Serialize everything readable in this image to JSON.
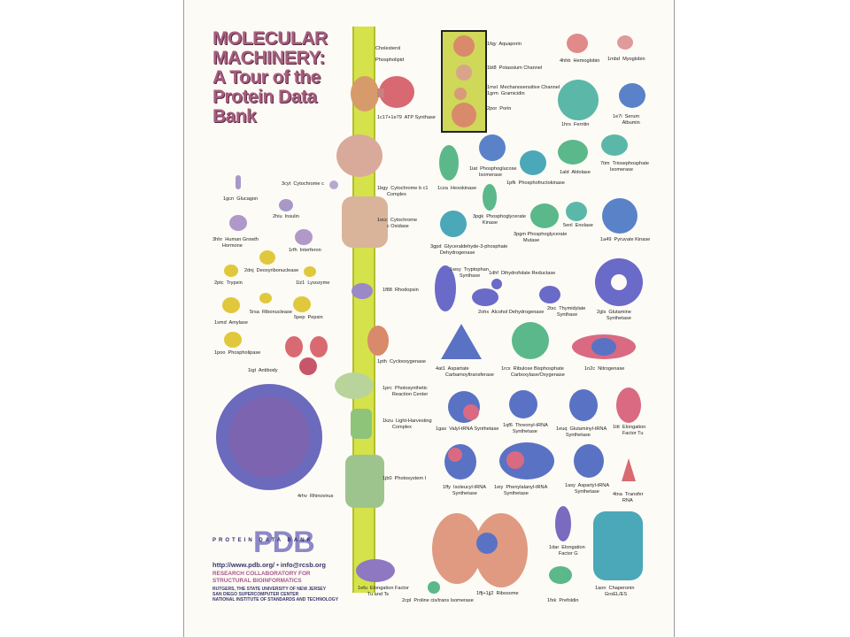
{
  "colors": {
    "title": "#a65d7e",
    "membrane": "#d6e24a",
    "blue": "#5a72c4",
    "pink": "#d97a7a",
    "green": "#5bb88a",
    "purple": "#8f78c2",
    "yellow": "#e0c83c",
    "tan": "#d9b49a",
    "teal": "#6fb6b0"
  },
  "title": {
    "line1": "MOLECULAR",
    "line2": "MACHINERY:",
    "line3": "A Tour of the",
    "line4": "Protein Data",
    "line5": "Bank"
  },
  "membrane": {
    "cholesterol": "Cholesterol",
    "phospholipid": "Phospholipid"
  },
  "labels": {
    "atp": "1c17+1e79  ATP Synthase",
    "cytbc1": "1bgy  Cytochrome b c1\n       Complex",
    "cox": "1occ  Cytochrome\n       c Oxidase",
    "rhod": "1f88  Rhodopsin",
    "cyclo": "1pth  Cyclooxygenase",
    "photo": "1prc  Photosynthetic\n       Reaction Center",
    "lh": "1kzu  Light-Harvesting\n       Complex",
    "ps1": "1jb0  Photosystem I",
    "aqua": "1fqy  Aquaporin",
    "kch": "1bl8  Potassium Channel",
    "mech": "1msl  Mechanosensitive Channel\n1grm  Gramicidin",
    "porin": "2por  Porin",
    "hemo": "4hhb  Hemoglobin",
    "myo": "1mbd  Myoglobin",
    "ferritin": "1hrs  Ferritin",
    "albumin": "1e7i  Serum\n       Albumin",
    "cytc": "3cyt  Cytochrome c",
    "glucagon": "1gcn  Glucagon",
    "insulin": "2hiu  Insulin",
    "hgh": "3hhr  Human Growth\n       Hormone",
    "interferon": "1rfh  Interferon",
    "dnase": "2dnj  Deoxyribonuclease",
    "trypsin": "2ptc  Trypsin",
    "lysozyme": "1lz1  Lysozyme",
    "rnase": "5rsa  Ribonuclease",
    "amylase": "1smd  Amylase",
    "pepsin": "5pep  Pepsin",
    "phospholipase": "1poo  Phospholipase",
    "antibody": "1igt  Antibody",
    "rhino": "4rhv  Rhinovirus",
    "hexo": "1cza  Hexokinase",
    "pgi": "1iat  Phosphoglucose\n       Isomerase",
    "pfk": "1pfk  Phosphofructokinase",
    "aldolase": "1ald  Aldolase",
    "tpi": "7tim  Triosephosphate\n       Isomerase",
    "pgk": "3pgk  Phosphoglycerate\n       Kinase",
    "gapdh": "3gpd  Glyceraldehyde-3-phosphate\n       Dehydrogenase",
    "pgm": "3pgm Phosphoglycerate\n       Mutase",
    "enolase": "5enl  Enolase",
    "pk": "1a49  Pyruvate Kinase",
    "trp": "1wsy  Tryptophan\n       Synthase",
    "dhfr": "1dhf  Dihydrofolate Reductase",
    "adh": "2ohx  Alcohol Dehydrogenase",
    "ts": "2tsc  Thymidylate\n       Synthase",
    "gs": "2gls  Glutamine\n       Synthetase",
    "atc": "4at1  Aspartate\n       Carbamoyltransferase",
    "rubisco": "1rcx  Ribulose Bisphosphate\n       Carboxylase/Oxygenase",
    "nitro": "1n2c  Nitrogenase",
    "valrs": "1gax  Valyl-tRNA Synthetase",
    "thrrs": "1qf6  Threonyl-tRNA\n       Synthetase",
    "glnrs": "1euq  Glutaminyl-tRNA\n       Synthetase",
    "eftu": "1ttt  Elongation\n       Factor Tu",
    "ilers": "1ffy  Isoleucyl-tRNA\n       Synthetase",
    "phers": "1eiy  Phenylalanyl-tRNA\n       Synthetase",
    "asprs": "1asy  Aspartyl-tRNA\n       Synthetase",
    "trna": "4tna  Transfer\n       RNA",
    "efg": "1dar  Elongation\n       Factor G",
    "eftuts": "1efu  Elongation Factor\n       Tu and Ts",
    "cpi": "2cpl  Proline cis/trans Isomerase",
    "ribo": "1ffj+1jj2  Ribosome",
    "prefoldin": "1fxk  Prefoldin",
    "groel": "1aon  Chaperonin\n       GroEL/ES"
  },
  "pdb": {
    "logo": "PDB",
    "logo_sub": "PROTEIN DATA BANK",
    "contact": "http://www.pdb.org/  •  info@rcsb.org",
    "org_line1": "RESEARCH COLLABORATORY FOR",
    "org_line2": "STRUCTURAL BIOINFORMATICS",
    "uni1": "RUTGERS, THE STATE UNIVERSITY OF NEW JERSEY",
    "uni2": "SAN DIEGO SUPERCOMPUTER CENTER",
    "uni3": "NATIONAL INSTITUTE OF STANDARDS AND TECHNOLOGY"
  }
}
